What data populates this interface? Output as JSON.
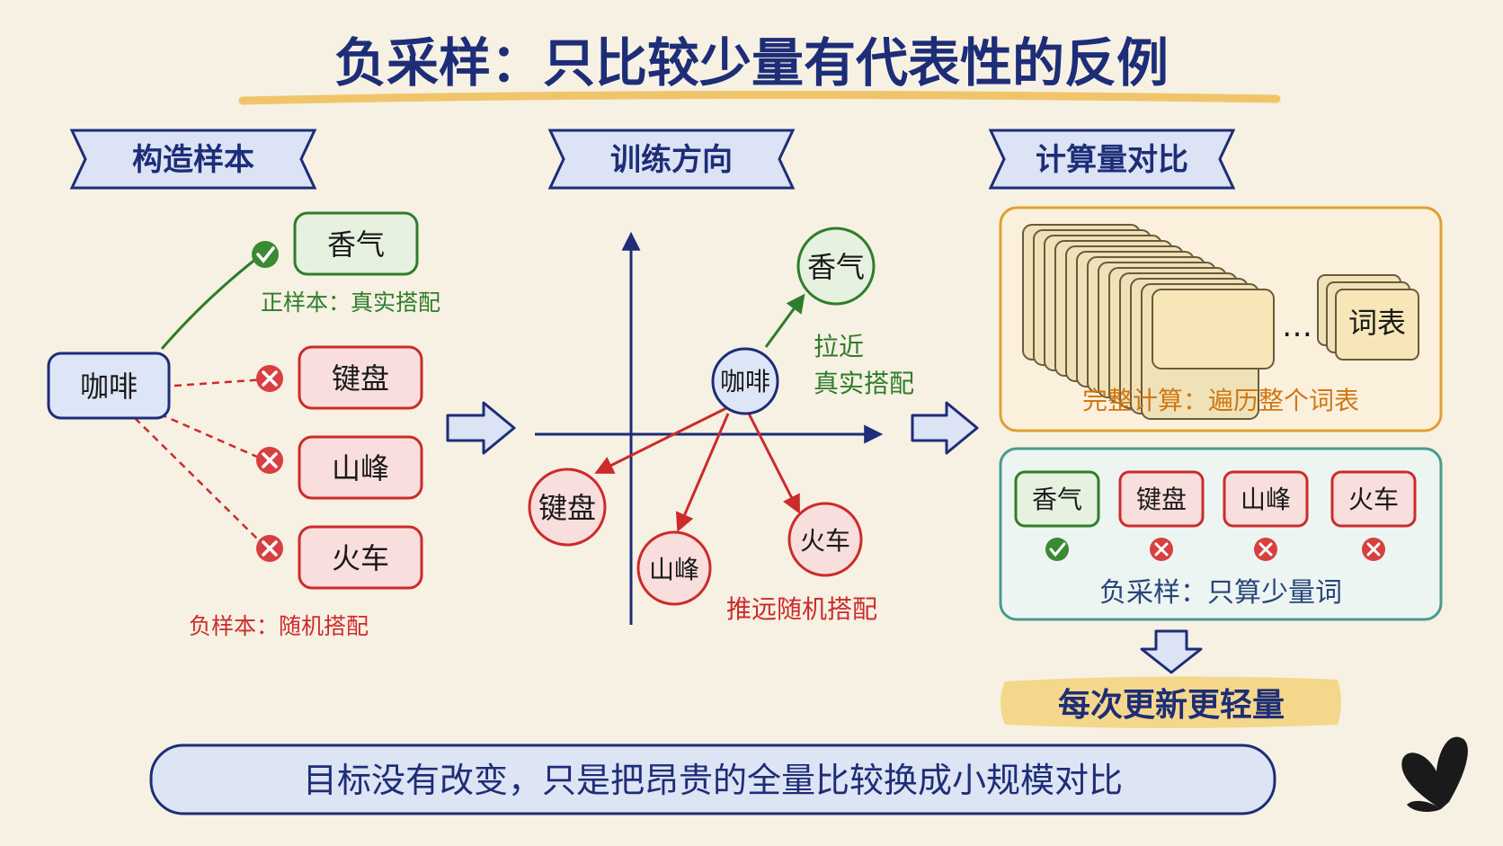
{
  "title": "负采样：只比较少量有代表性的反例",
  "sections": {
    "construct": "构造样本",
    "training": "训练方向",
    "compute": "计算量对比"
  },
  "construct": {
    "center": "咖啡",
    "positive": "香气",
    "positive_label": "正样本：真实搭配",
    "negatives": [
      "键盘",
      "山峰",
      "火车"
    ],
    "negative_label": "负样本：随机搭配"
  },
  "training": {
    "center": "咖啡",
    "positive": "香气",
    "pull_label_1": "拉近",
    "pull_label_2": "真实搭配",
    "negatives": [
      "键盘",
      "山峰",
      "火车"
    ],
    "push_label": "推远随机搭配"
  },
  "compute": {
    "vocab_label": "词表",
    "ellipsis": "…",
    "full_label": "完整计算：遍历整个词表",
    "sample_words": [
      "香气",
      "键盘",
      "山峰",
      "火车"
    ],
    "neg_label": "负采样：只算少量词",
    "result": "每次更新更轻量"
  },
  "footer": "目标没有改变，只是把昂贵的全量比较换成小规模对比",
  "colors": {
    "navy": "#1d2d78",
    "green": "#2f7d2a",
    "red": "#cc2b2b",
    "orange": "#e0a030",
    "teal": "#4a9a8e",
    "yellow_highlight": "#f3d27a"
  },
  "icons": [
    "check-icon",
    "cross-icon",
    "arrow-right-icon",
    "arrow-down-icon",
    "butterfly-logo"
  ]
}
